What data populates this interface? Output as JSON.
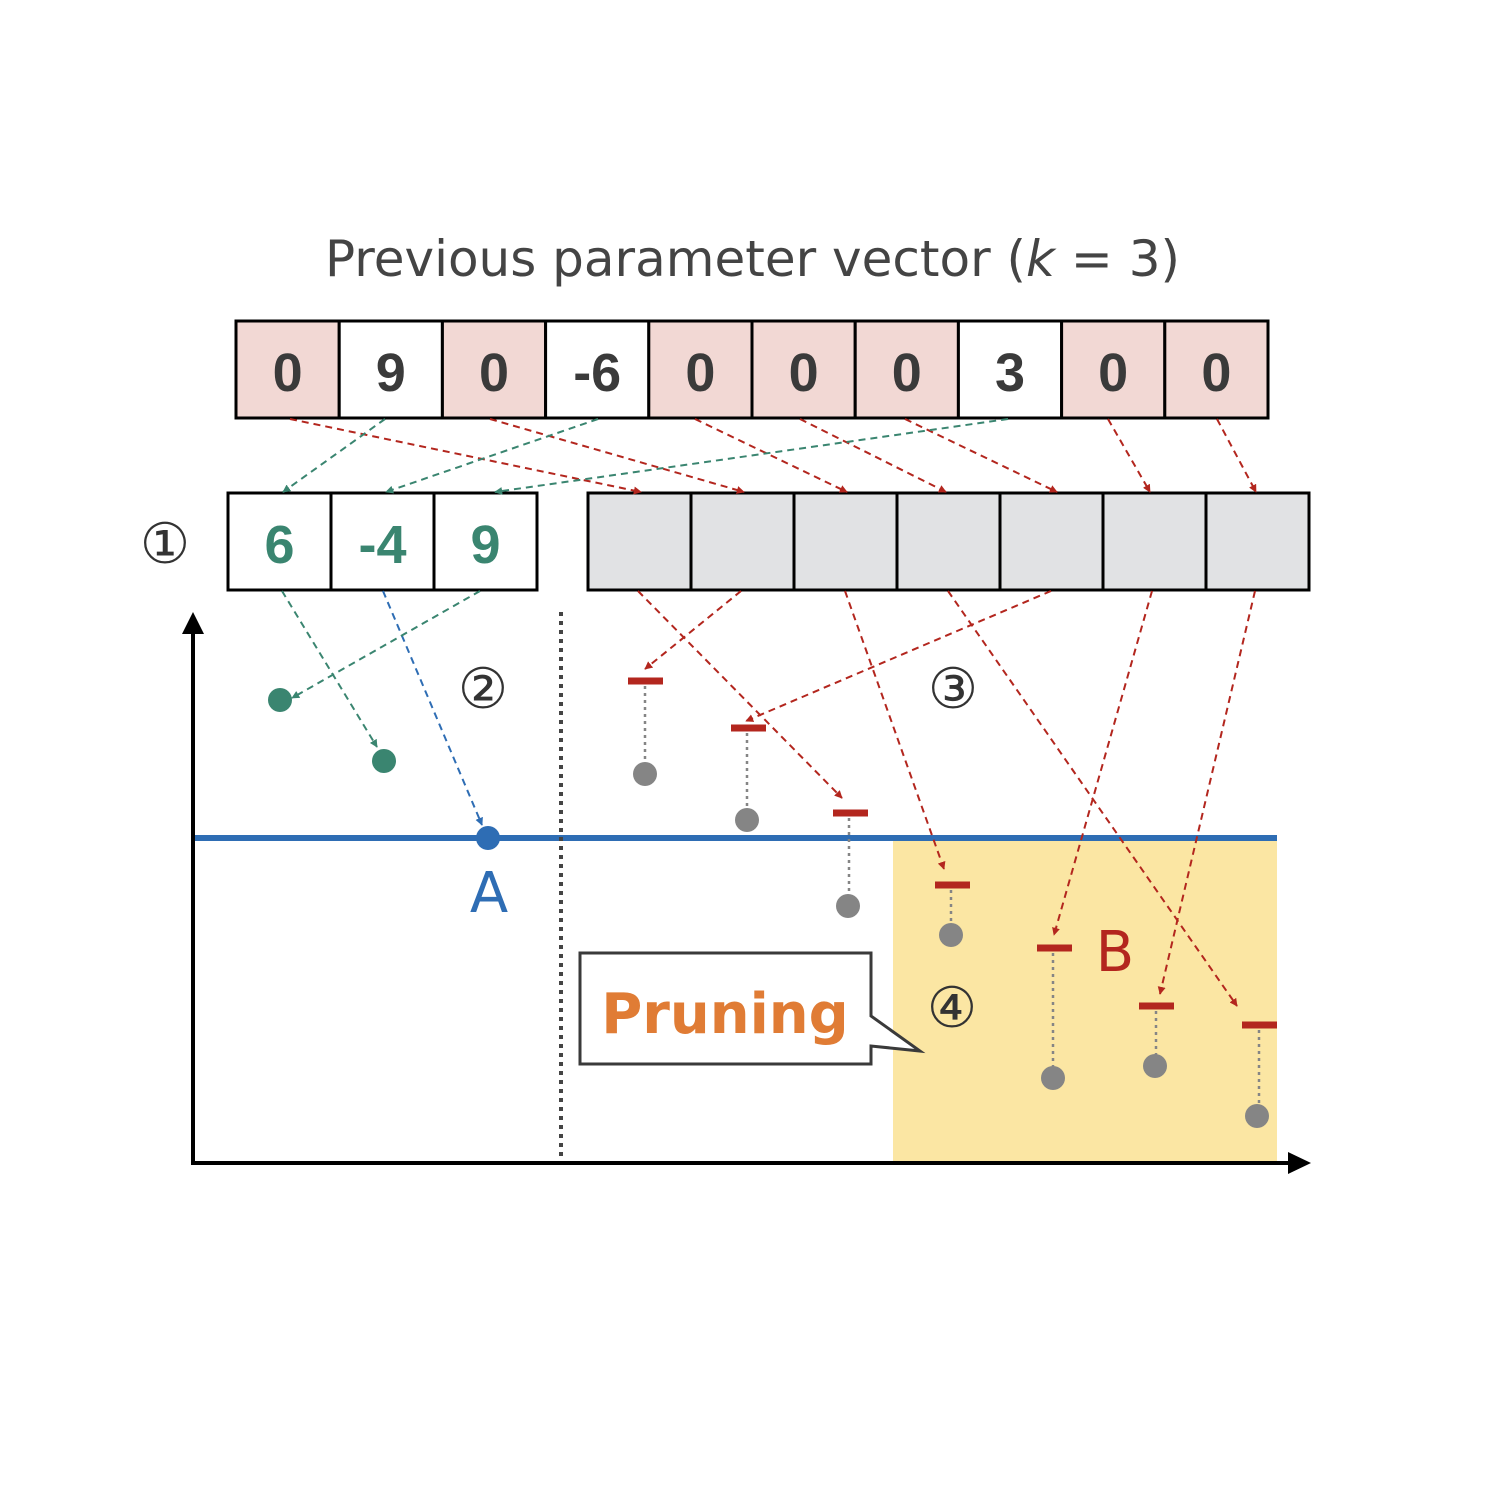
{
  "title": {
    "prefix": "Previous parameter vector (",
    "k_symbol": "k",
    "suffix": " = 3)"
  },
  "previous_vector": [
    {
      "value": "0",
      "kind": "zero"
    },
    {
      "value": "9",
      "kind": "nonzero"
    },
    {
      "value": "0",
      "kind": "zero"
    },
    {
      "value": "-6",
      "kind": "nonzero"
    },
    {
      "value": "0",
      "kind": "zero"
    },
    {
      "value": "0",
      "kind": "zero"
    },
    {
      "value": "0",
      "kind": "zero"
    },
    {
      "value": "3",
      "kind": "nonzero"
    },
    {
      "value": "0",
      "kind": "zero"
    },
    {
      "value": "0",
      "kind": "zero"
    }
  ],
  "kept_vector": [
    "6",
    "-4",
    "9"
  ],
  "candidate_slot_count": 7,
  "step_labels": [
    "①",
    "②",
    "③",
    "④"
  ],
  "point_labels": {
    "a": "A",
    "b": "B"
  },
  "callout": {
    "text": "Pruning"
  },
  "colors": {
    "zero_cell": "#f2d8d4",
    "nonzero_cell": "#ffffff",
    "candidate_cell": "#e1e2e4",
    "green": "#3a8570",
    "blue": "#2e6db4",
    "red": "#b3261e",
    "gray": "#858585",
    "pruning_region": "#fbe6a3",
    "pruning_text": "#e07c35",
    "dark_text": "#3a3a3a"
  }
}
